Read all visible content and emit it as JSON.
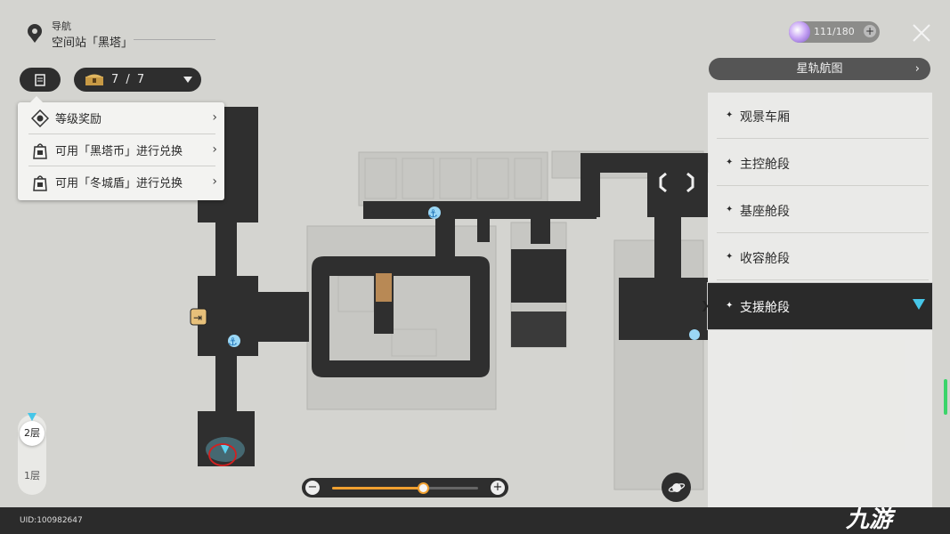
{
  "header": {
    "nav_label": "导航",
    "location": "空间站「黑塔」",
    "stamina": "111/180",
    "stamina_plus": "+"
  },
  "toolbar": {
    "chest_count": "7 / 7"
  },
  "dropdown": {
    "items": [
      {
        "label": "等级奖励",
        "icon": "level-reward-icon"
      },
      {
        "label": "可用「黑塔币」进行兑换",
        "icon": "shop-icon"
      },
      {
        "label": "可用「冬城盾」进行兑换",
        "icon": "shop-icon"
      }
    ]
  },
  "panel": {
    "header": "星轨航图",
    "zones": [
      {
        "label": "观景车厢",
        "active": false
      },
      {
        "label": "主控舱段",
        "active": false
      },
      {
        "label": "基座舱段",
        "active": false
      },
      {
        "label": "收容舱段",
        "active": false
      },
      {
        "label": "支援舱段",
        "active": true
      }
    ]
  },
  "floors": {
    "items": [
      "2层",
      "1层"
    ],
    "selected": "2层"
  },
  "zoom": {
    "minus": "−",
    "plus": "+",
    "level": 0.62
  },
  "footer": {
    "uid": "UID:100982647",
    "brand": "九游"
  },
  "colors": {
    "map_bg": "#d2d2ce",
    "corridor": "#2f2f2f",
    "accent_cyan": "#46c6e8",
    "accent_orange": "#f0a030",
    "marker_red": "#d42020"
  }
}
